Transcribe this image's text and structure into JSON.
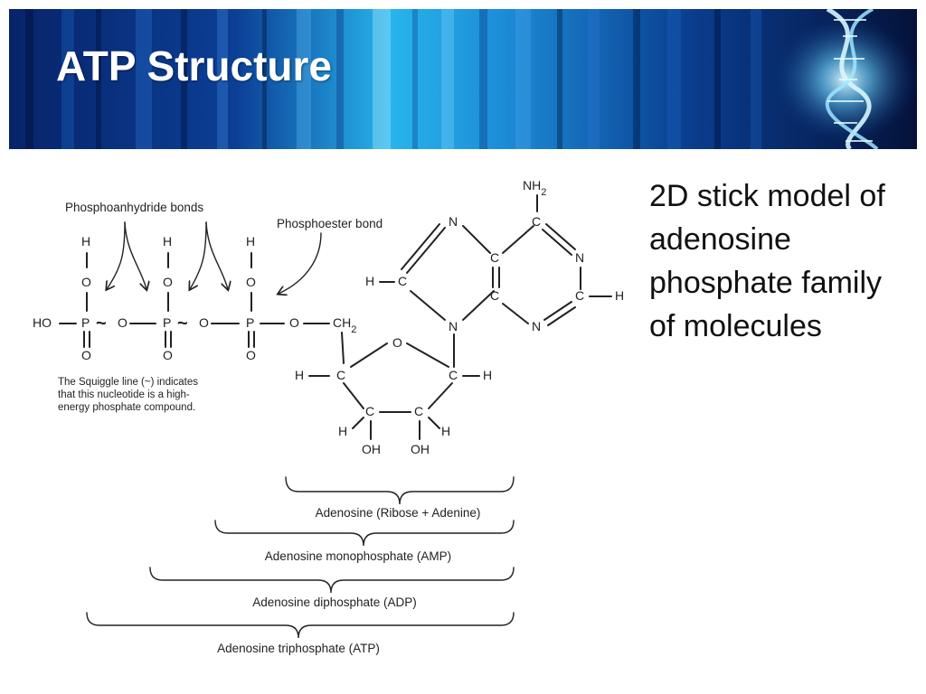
{
  "slide": {
    "title": "ATP Structure",
    "side_text": "2D stick model of adenosine phosphate family of molecules"
  },
  "diagram": {
    "labels": {
      "phosphoanhydride": "Phosphoanhydride bonds",
      "phosphoester": "Phosphoester bond",
      "squiggle_note": [
        "The Squiggle line (~) indicates",
        "that this nucleotide is a high-",
        "energy phosphate compound."
      ]
    },
    "atoms": {
      "H": "H",
      "O": "O",
      "P": "P",
      "C": "C",
      "N": "N",
      "HO": "HO",
      "OH": "OH",
      "squiggle": "~",
      "NH": "NH",
      "sub2": "2",
      "CH": "CH"
    },
    "brackets": [
      "Adenosine (Ribose + Adenine)",
      "Adenosine monophosphate (AMP)",
      "Adenosine diphosphate (ADP)",
      "Adenosine triphosphate (ATP)"
    ]
  },
  "colors": {
    "banner_dark": "#04123a",
    "banner_mid": "#0b4fa8",
    "banner_light": "#39c8f5",
    "title_text": "#ffffff"
  },
  "icons": {
    "banner_decoration": "dna-helix-icon"
  }
}
